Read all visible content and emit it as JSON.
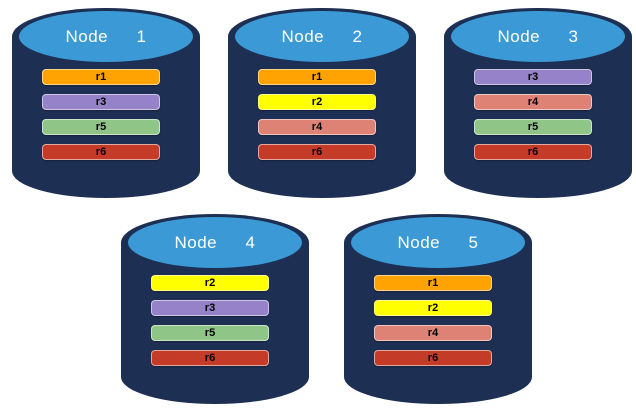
{
  "diagram_title": "",
  "colors": {
    "background": "#ffffff",
    "cylinder_body": "#1E2F54",
    "cylinder_lid": "#3B9AD6",
    "node_title_text": "#FFFFFF",
    "partition_label_text": "#000000",
    "partition_colors": {
      "r1": "#FFA302",
      "r2": "#FFFF00",
      "r3": "#9682C8",
      "r4": "#DE8276",
      "r5": "#8FC687",
      "r6": "#C43C28"
    }
  },
  "nodes": [
    {
      "label": "Node  1",
      "partitions": [
        "r1",
        "r3",
        "r5",
        "r6"
      ]
    },
    {
      "label": "Node  2",
      "partitions": [
        "r1",
        "r2",
        "r4",
        "r6"
      ]
    },
    {
      "label": "Node  3",
      "partitions": [
        "r3",
        "r4",
        "r5",
        "r6"
      ]
    },
    {
      "label": "Node  4",
      "partitions": [
        "r2",
        "r3",
        "r5",
        "r6"
      ]
    },
    {
      "label": "Node  5",
      "partitions": [
        "r1",
        "r2",
        "r4",
        "r6"
      ]
    }
  ]
}
